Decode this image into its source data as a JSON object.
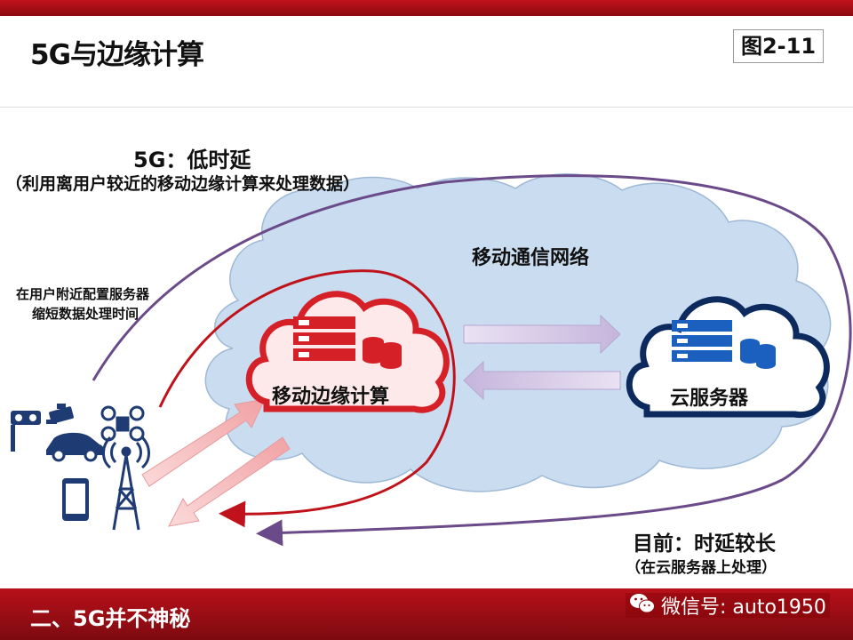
{
  "header": {
    "title": "5G与边缘计算",
    "figure_label": "图2-11"
  },
  "diagram": {
    "low_latency_title": "5G：低时延",
    "low_latency_note": "（利用离用户较近的移动边缘计算来处理数据）",
    "network_label": "移动通信网络",
    "edge_note_line1": "在用户附近配置服务器",
    "edge_note_line2": "缩短数据处理时间",
    "edge_node_label": "移动边缘计算",
    "cloud_node_label": "云服务器",
    "current_title": "目前：时延较长",
    "current_note": "（在云服务器上处理）"
  },
  "footer": {
    "section_title": "二、5G并不神秘",
    "wechat_text": "微信号: auto1950"
  },
  "colors": {
    "brand_red": "#c0121b",
    "edge_red": "#d62027",
    "cloud_navy": "#0d2a5e",
    "cloud_fill": "#c9dcf0",
    "arrow_purple": "#6b4a8a"
  }
}
